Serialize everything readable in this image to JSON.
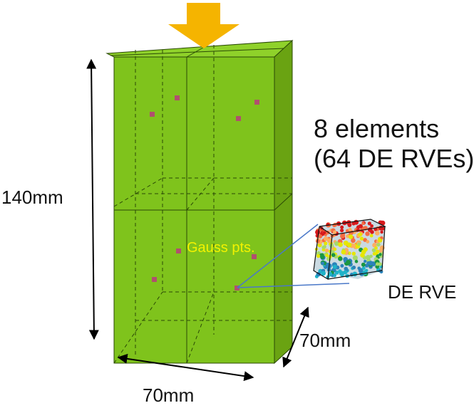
{
  "labels": {
    "element_count": "8 elements",
    "rve_count": "(64 DE RVEs)",
    "height": "140mm",
    "depth": "70mm",
    "width": "70mm",
    "rve_name": "DE RVE",
    "gauss_points": "Gauss pts."
  },
  "colors": {
    "specimen_front": "#7fc31c",
    "specimen_top": "#8fd12a",
    "specimen_side": "#6aa312",
    "load_arrow": "#f5b400",
    "gauss_point": "#b0506e",
    "connector": "#4a78c8",
    "text_gauss": "#f2f200"
  },
  "icons": [
    "load-arrow",
    "dimension-arrow",
    "particle-cube"
  ]
}
